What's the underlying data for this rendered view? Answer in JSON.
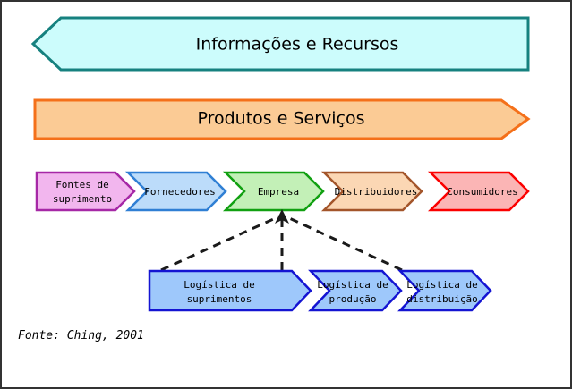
{
  "diagram": {
    "title_banner": {
      "label": "Informações e Recursos",
      "fill": "#ccfcfc",
      "stroke": "#16817f",
      "direction": "left"
    },
    "product_banner": {
      "label": "Produtos e Serviços",
      "fill": "#fbcb95",
      "stroke": "#f4701a",
      "direction": "right"
    },
    "supply_chain": [
      {
        "label_line1": "Fontes de",
        "label_line2": "suprimento",
        "fill": "#f2b6ee",
        "stroke": "#a628a6"
      },
      {
        "label_line1": "Fornecedores",
        "label_line2": "",
        "fill": "#bcdcfa",
        "stroke": "#2f7fd4"
      },
      {
        "label_line1": "Empresa",
        "label_line2": "",
        "fill": "#c3f0b7",
        "stroke": "#11a011"
      },
      {
        "label_line1": "Distribuidores",
        "label_line2": "",
        "fill": "#fbd7b4",
        "stroke": "#a3552a"
      },
      {
        "label_line1": "Consumidores",
        "label_line2": "",
        "fill": "#fbb5b5",
        "stroke": "#fb0000"
      }
    ],
    "logistics_chain": [
      {
        "label_line1": "Logística de",
        "label_line2": "suprimentos",
        "fill": "#9ec8fb",
        "stroke": "#1414d2"
      },
      {
        "label_line1": "Logística de",
        "label_line2": "produção",
        "fill": "#9ec8fb",
        "stroke": "#1414d2"
      },
      {
        "label_line1": "Logística de",
        "label_line2": "distribuição",
        "fill": "#9ec8fb",
        "stroke": "#1414d2"
      }
    ],
    "connectors": {
      "style": "dashed",
      "color": "#1a1a1a",
      "arrow_target": "Empresa"
    },
    "source_note": "Fonte: Ching, 2001",
    "frame_color": "#333333"
  }
}
